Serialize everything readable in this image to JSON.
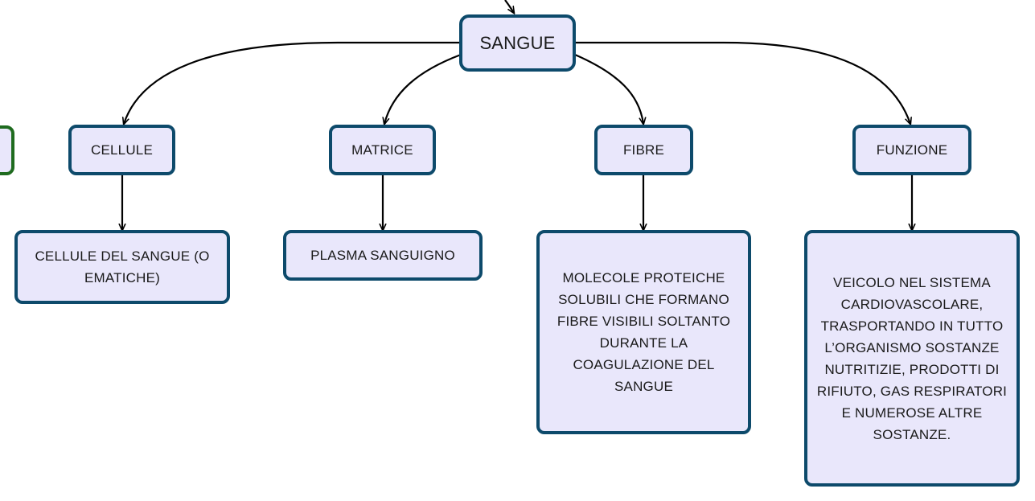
{
  "diagram": {
    "root": {
      "label": "SANGUE"
    },
    "categories": [
      {
        "label": "CELLULE"
      },
      {
        "label": "MATRICE"
      },
      {
        "label": "FIBRE"
      },
      {
        "label": "FUNZIONE"
      }
    ],
    "details": [
      {
        "label": "CELLULE DEL SANGUE (O EMATICHE)"
      },
      {
        "label": "PLASMA SANGUIGNO"
      },
      {
        "label": "MOLECOLE PROTEICHE SOLUBILI CHE FORMANO FIBRE VISIBILI SOLTANTO DURANTE LA COAGULAZIONE DEL SANGUE"
      },
      {
        "label": "VEICOLO NEL SISTEMA CARDIOVASCOLARE, TRASPORTANDO IN TUTTO L’ORGANISMO SOSTANZE NUTRITIZIE, PRODOTTI DI RIFIUTO, GAS RESPIRATORI E NUMEROSE ALTRE SOSTANZE."
      }
    ],
    "colors": {
      "node_fill": "#e9e7fb",
      "node_border": "#0d4a6b",
      "partial_node_border": "#1f6b1f",
      "edge": "#000000"
    }
  }
}
